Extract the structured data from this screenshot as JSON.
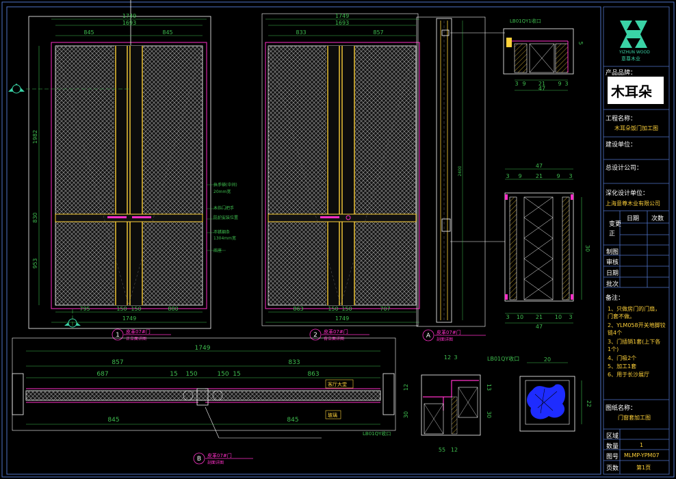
{
  "elevation1": {
    "dims_top": [
      "1749",
      "1693",
      "845",
      "845"
    ],
    "dims_left": [
      "1982",
      "830",
      "953"
    ],
    "dims_bottom": [
      "795",
      "150",
      "150",
      "880",
      "1749"
    ],
    "notes": [
      "执手锁(中间)",
      "20mm宽",
      "木作门把手",
      "防护安装位置",
      "不锈钢条",
      "1304mm宽",
      "底座"
    ],
    "caption_num": "1",
    "caption_main": "皮革07#门",
    "caption_sub": "正立面详图"
  },
  "elevation2": {
    "dims_top": [
      "1749",
      "1693",
      "833",
      "857"
    ],
    "dims_bottom": [
      "863",
      "150",
      "150",
      "707",
      "1749"
    ],
    "caption_num": "2",
    "caption_main": "皮革07#门",
    "caption_sub": "背立面详图"
  },
  "section_a": {
    "caption_num": "A",
    "caption_main": "皮革07#门",
    "caption_sub": "剖面详图",
    "label_top": "LB01QY1收口",
    "vertical_dim": "2400"
  },
  "detail_top": {
    "dims": [
      "3",
      "9",
      "21",
      "9",
      "3",
      "47"
    ],
    "side_dim": "5"
  },
  "detail_mid": {
    "dims_top": [
      "47",
      "3",
      "9",
      "21",
      "9",
      "3"
    ],
    "dims_bottom": [
      "3",
      "10",
      "21",
      "10",
      "3",
      "47"
    ],
    "side_dim": "30"
  },
  "plan_b": {
    "dims_top": [
      "1749",
      "857",
      "833",
      "687",
      "15",
      "150",
      "150",
      "15",
      "863"
    ],
    "dims_bottom": [
      "845",
      "845"
    ],
    "labels": [
      "客厅大堂",
      "玻璃"
    ],
    "corner_label": "LB01QY收口",
    "caption_num": "B",
    "caption_main": "皮革07#门",
    "caption_sub": "剖面详图"
  },
  "detail_c": {
    "label": "LB01QY收口",
    "dims_top": [
      "12",
      "3"
    ],
    "dims_bottom": [
      "55",
      "12"
    ],
    "dims_left": [
      "12",
      "30"
    ],
    "dims_right": [
      "13",
      "30"
    ]
  },
  "detail_d": {
    "dims_top": [
      "20"
    ],
    "dims_right": [
      "22"
    ]
  },
  "title_block": {
    "logo_en": "YIZHUN WOOD",
    "logo_cn": "意尊木业",
    "product_label": "产品品牌：",
    "brand_mark": "木耳朵",
    "project_label": "工程名称：",
    "project_value": "木耳朵饭门加工图",
    "builder_label": "建设单位：",
    "general_designer_label": "总设计公司：",
    "deep_design_label": "深化设计单位：",
    "deep_design_value": "上海意尊木业有限公司",
    "revision_label": "变更",
    "revision_label2": "正",
    "date_col": "日期",
    "count_col": "次数",
    "rows": [
      "制图",
      "审核",
      "日期",
      "批次"
    ],
    "notes_title": "备注：",
    "notes": [
      "1、只做房门的门扇，",
      "门套不做。",
      "2、YLM058开关地脚铰",
      "链4个",
      "3、门插销1套(上下各",
      "1个)",
      "4、门吸2个",
      "5、加工1套",
      "6、用于长沙展厅"
    ],
    "drawing_name_label": "图纸名称：",
    "drawing_name_value": "门窗套加工图",
    "area_label": "区域",
    "qty_label": "数量",
    "qty_value": "1",
    "drawing_no_label": "图号",
    "drawing_no_value": "MLMP-YPM07",
    "page_label": "页数",
    "page_value": "第1页"
  },
  "colors": {
    "frame": "#4f73c9",
    "dim": "#3fbf4f",
    "door_edge": "#ffffff",
    "accent_yellow": "#ffd23a",
    "accent_magenta": "#ff30c8",
    "note_yellow": "#ffd23a",
    "logo": "#3ad3a6",
    "blue_fill": "#1e2cff"
  }
}
